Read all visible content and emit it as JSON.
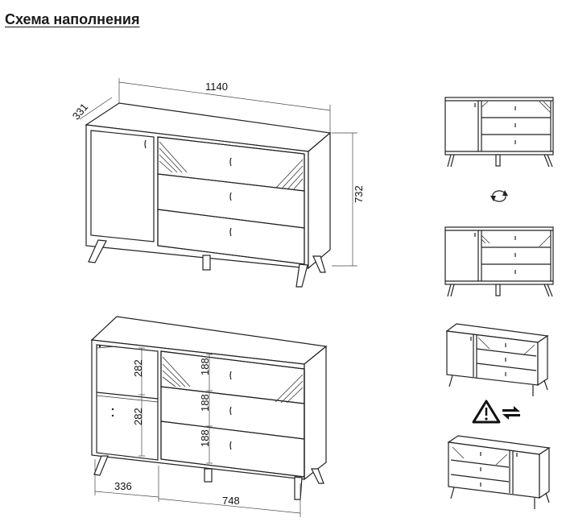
{
  "title": "Схема наполнения",
  "dimensions": {
    "depth": "331",
    "width": "1140",
    "height": "732",
    "shelf_top": "282",
    "shelf_bottom": "282",
    "drawer_1": "188",
    "drawer_2": "188",
    "drawer_3": "188",
    "left_section": "336",
    "right_section": "748"
  },
  "icons": {
    "rotate": "rotate-icon",
    "warning": "warning-icon",
    "swap": "swap-arrows-icon"
  }
}
